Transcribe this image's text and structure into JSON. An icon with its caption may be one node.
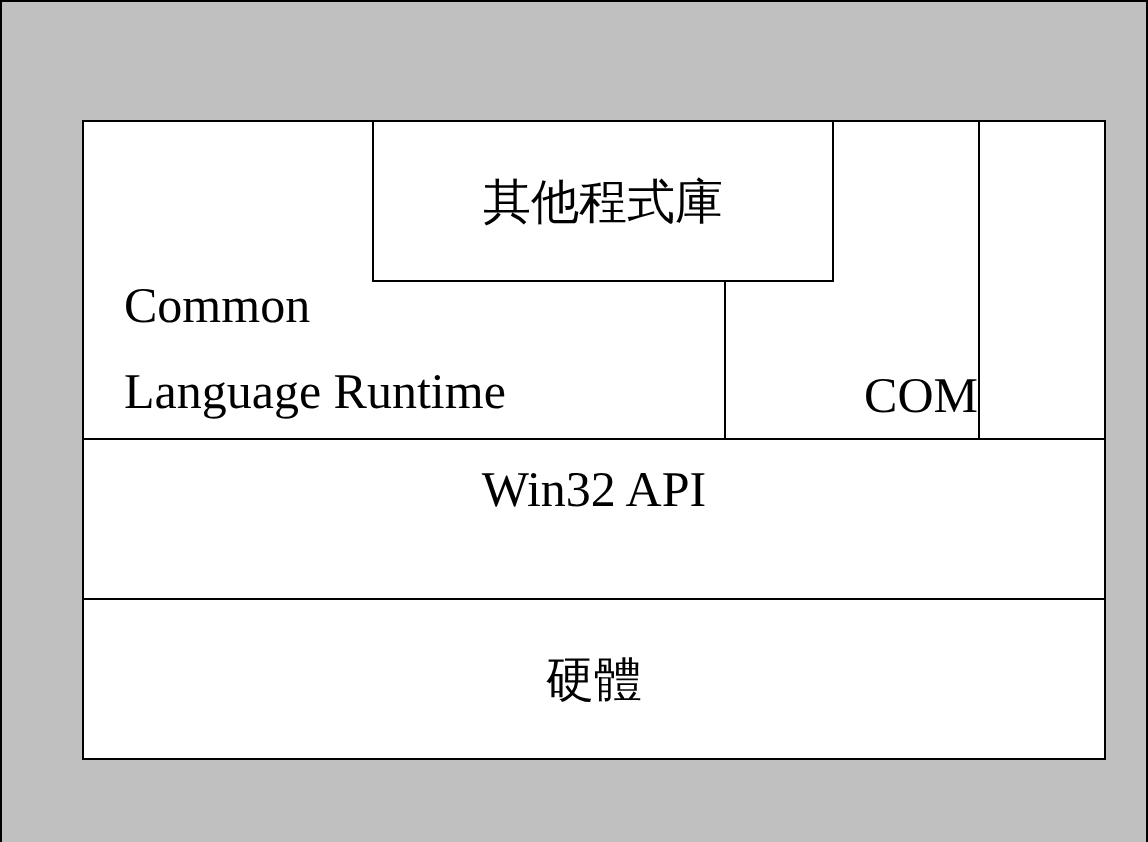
{
  "diagram": {
    "nodes": [
      {
        "text": [
          "其他程式庫"
        ]
      },
      {
        "text": [
          "Common Language Runtime"
        ]
      },
      {
        "text": [
          "COM"
        ]
      },
      {
        "text": [
          "Win32 API"
        ]
      },
      {
        "text": [
          "硬體"
        ]
      }
    ]
  }
}
